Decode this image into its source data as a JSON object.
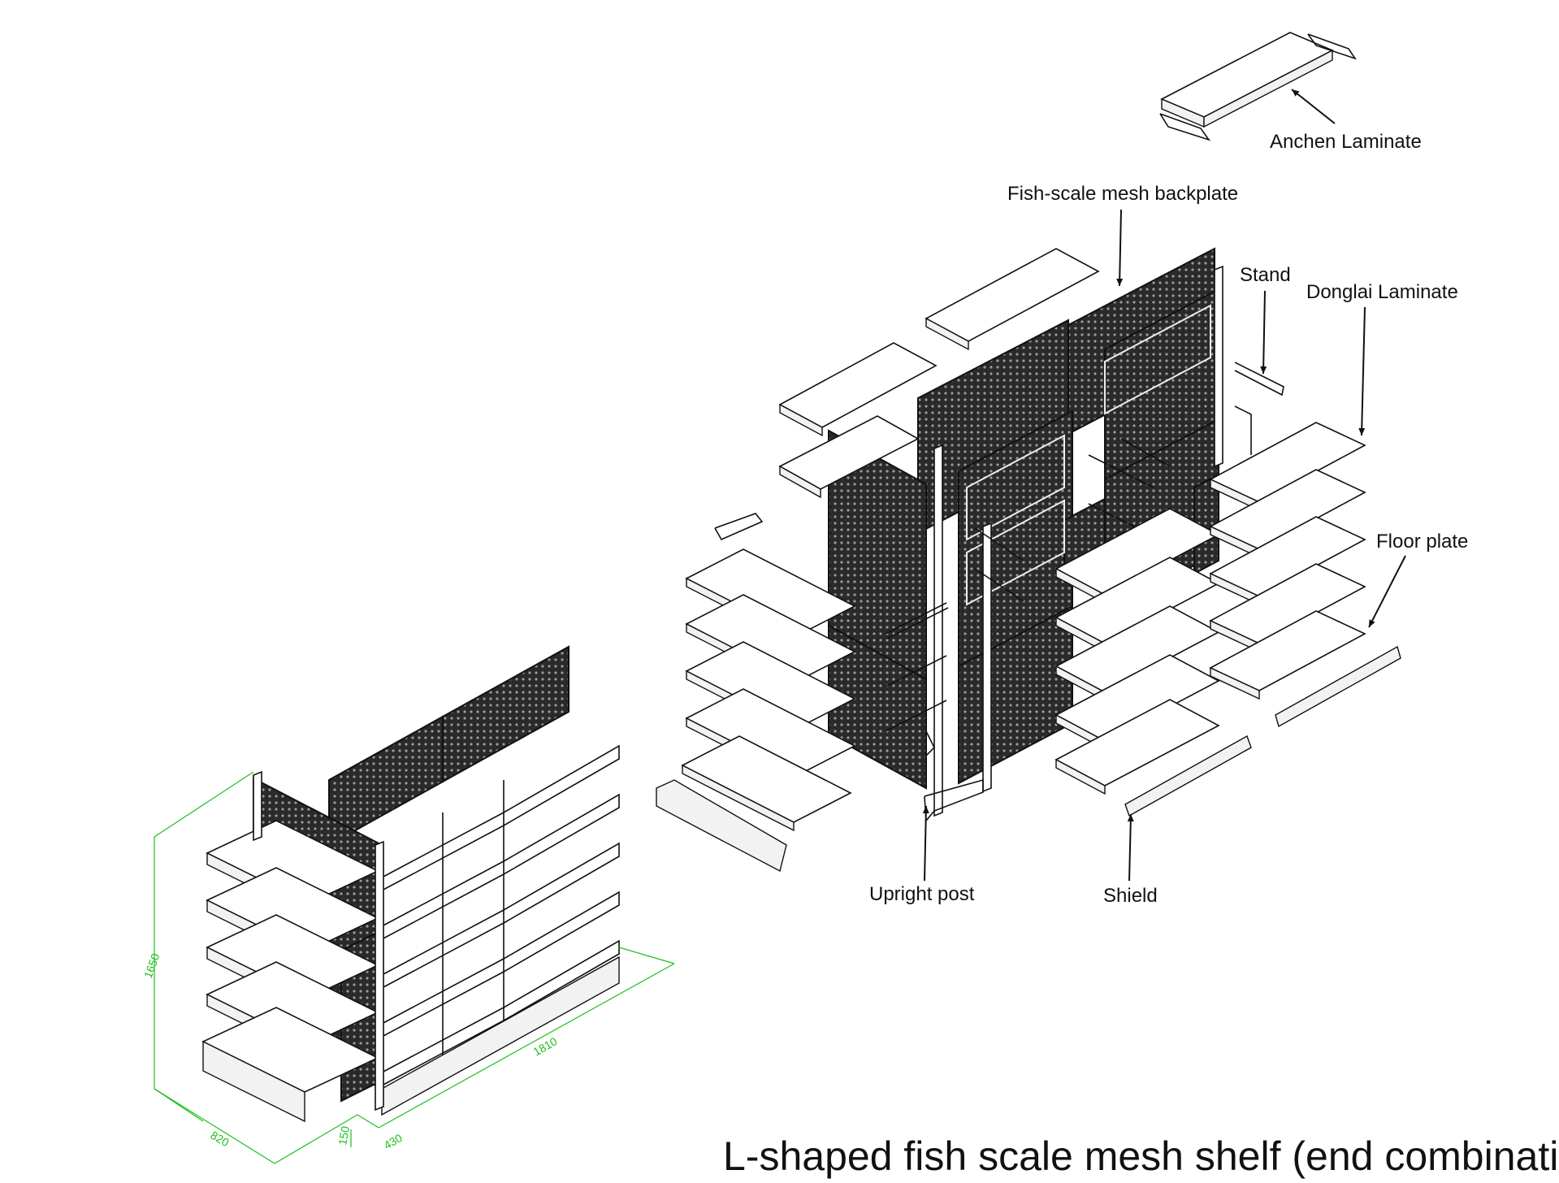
{
  "title": "L-shaped fish scale mesh shelf (end combination)",
  "colors": {
    "line": "#111111",
    "mesh": "#2a2a2a",
    "dimension": "#1fbf1f",
    "background": "#ffffff"
  },
  "labels": {
    "anchen_laminate": "Anchen Laminate",
    "fish_scale_backplate": "Fish-scale mesh backplate",
    "stand": "Stand",
    "donglai_laminate": "Donglai Laminate",
    "floor_plate": "Floor plate",
    "upright_post": "Upright post",
    "shield": "Shield"
  },
  "dimensions": {
    "height": "1650",
    "length": "1810",
    "width": "820",
    "base_height": "150",
    "depth": "430"
  }
}
